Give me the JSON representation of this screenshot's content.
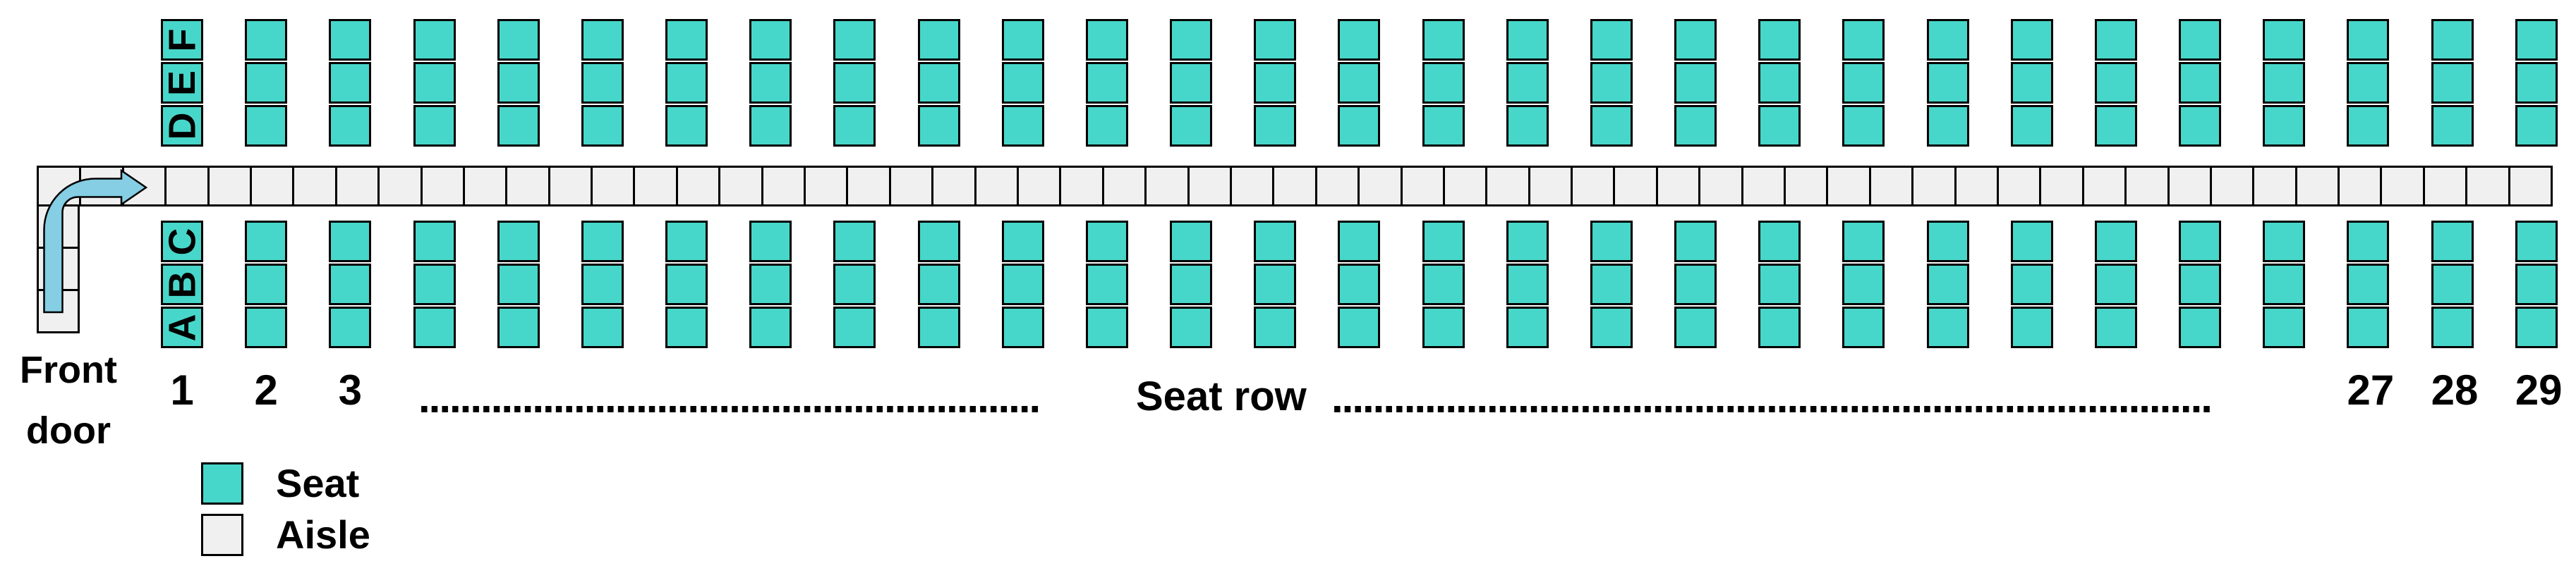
{
  "diagram": {
    "front_door_label": "Front door",
    "seat_row_label": "Seat row",
    "row_count": 29,
    "left_row_numbers": [
      "1",
      "2",
      "3"
    ],
    "right_row_numbers": [
      "27",
      "28",
      "29"
    ],
    "upper_seat_letters": [
      "F",
      "E",
      "D"
    ],
    "lower_seat_letters": [
      "C",
      "B",
      "A"
    ],
    "aisle_cell_count": 59,
    "corridor_cell_count": 3,
    "dots_left": "............................................................",
    "dots_right": ".....................................................................................",
    "legend": [
      {
        "label": "Seat",
        "color": "#47D7CA"
      },
      {
        "label": "Aisle",
        "color": "#F0F0F0"
      }
    ],
    "colors": {
      "seat": "#47D7CA",
      "aisle": "#F0F0F0",
      "arrow": "#85CEE4",
      "outline": "#000000"
    }
  }
}
